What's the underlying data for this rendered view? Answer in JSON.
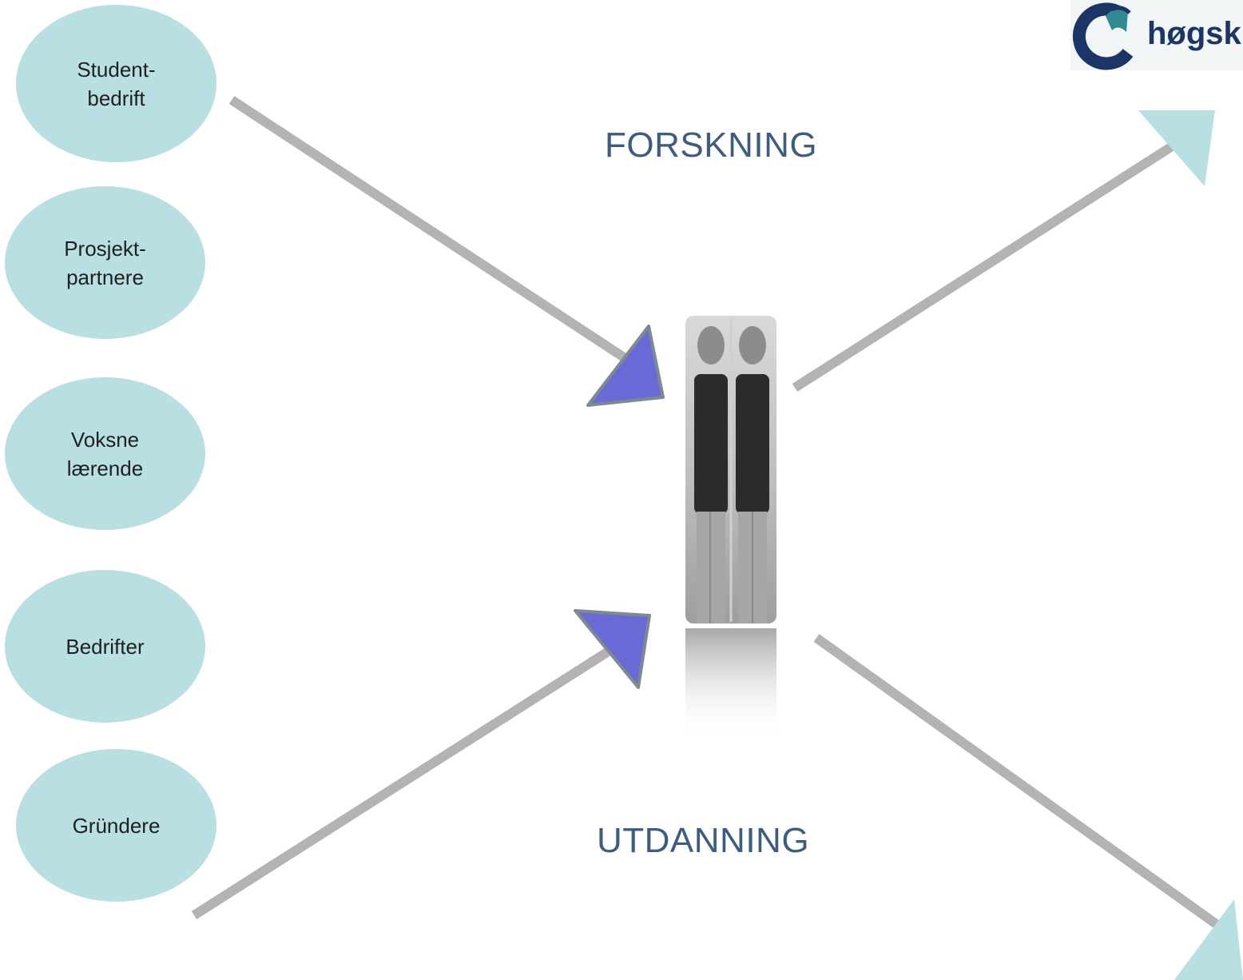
{
  "bubbles": [
    {
      "line1": "Student-",
      "line2": "bedrift"
    },
    {
      "line1": "Prosjekt-",
      "line2": "partnere"
    },
    {
      "line1": "Voksne",
      "line2": "lærende"
    },
    {
      "line1": "Bedrifter",
      "line2": ""
    },
    {
      "line1": "Gründere",
      "line2": ""
    }
  ],
  "labels": {
    "forskning": "FORSKNING",
    "utdanning": "UTDANNING"
  },
  "logo": {
    "text": "høgsk"
  },
  "colors": {
    "bubble": "#b8dfe1",
    "arrow_line": "#b3b3b3",
    "incoming_arrowhead": "#6a6ad6",
    "outgoing_arrowhead": "#b8dfe1",
    "label_text": "#3d5c80",
    "logo_navy": "#1a3566"
  }
}
